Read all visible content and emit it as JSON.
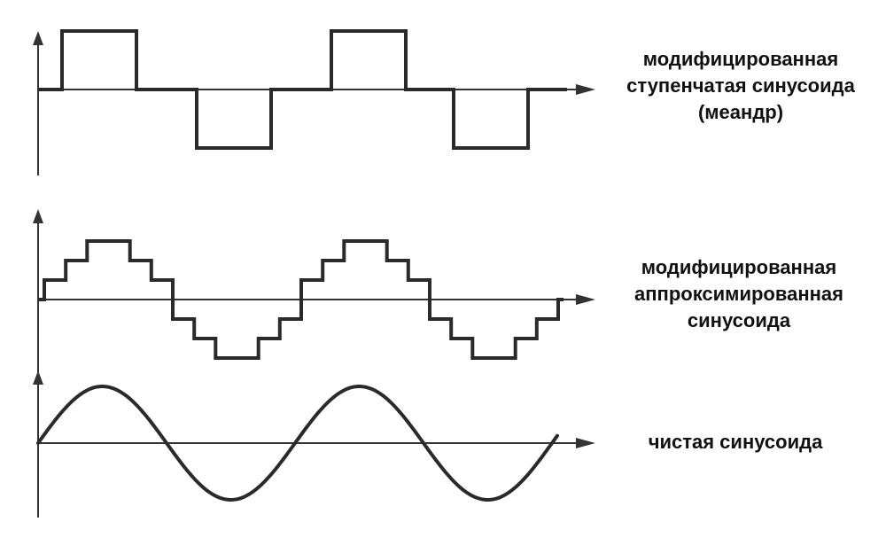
{
  "panels": [
    {
      "id": "meander",
      "shape": "square",
      "label_lines": [
        "модифицированная",
        "ступенчатая синусоида",
        "(меандр)"
      ]
    },
    {
      "id": "stepped",
      "shape": "stepped",
      "label_lines": [
        "модифицированная",
        "аппроксимированная",
        "синусоида"
      ]
    },
    {
      "id": "pure",
      "shape": "sine",
      "label_lines": [
        "чистая синусоида"
      ]
    }
  ],
  "colors": {
    "line": "#2a2a2a",
    "axis": "#333333",
    "text": "#111111"
  }
}
